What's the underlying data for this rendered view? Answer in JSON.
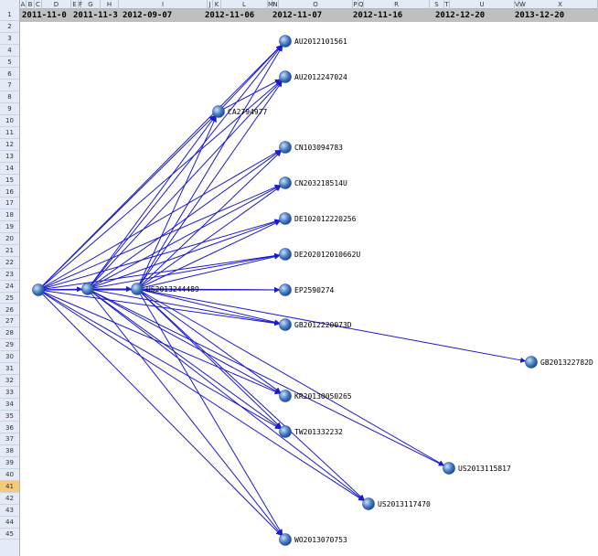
{
  "columns": [
    "A",
    "B",
    "C",
    "D",
    "E",
    "F",
    "G",
    "H",
    "I",
    "J",
    "K",
    "L",
    "M",
    "N",
    "O",
    "P",
    "Q",
    "R",
    "S",
    "T",
    "U",
    "V",
    "W",
    "X"
  ],
  "dates": [
    "2011-11-0",
    "2011-11-3",
    "2012-09-07",
    "2012-11-06",
    "2012-11-07",
    "2012-11-16",
    "2012-12-20",
    "2013-12-20"
  ],
  "rows": [
    "1",
    "2",
    "3",
    "4",
    "5",
    "6",
    "7",
    "8",
    "9",
    "10",
    "11",
    "12",
    "13",
    "14",
    "15",
    "16",
    "17",
    "18",
    "19",
    "20",
    "21",
    "22",
    "23",
    "24",
    "25",
    "26",
    "27",
    "28",
    "29",
    "30",
    "31",
    "32",
    "33",
    "34",
    "35",
    "36",
    "37",
    "38",
    "39",
    "40",
    "41",
    "42",
    "43",
    "44",
    "45"
  ],
  "selected_row": "41",
  "colors": {
    "edge": "#1a1ad0",
    "node": "#4a7fc8"
  },
  "nodes": [
    {
      "id": "n0",
      "label": ""
    },
    {
      "id": "n1",
      "label": ""
    },
    {
      "id": "n2",
      "label": "US2013244489"
    },
    {
      "id": "ca",
      "label": "CA2794977"
    },
    {
      "id": "au1",
      "label": "AU2012101561"
    },
    {
      "id": "au2",
      "label": "AU2012247024"
    },
    {
      "id": "cn1",
      "label": "CN103094783"
    },
    {
      "id": "cn2",
      "label": "CN203218514U"
    },
    {
      "id": "de1",
      "label": "DE102012220256"
    },
    {
      "id": "de2",
      "label": "DE202012010662U"
    },
    {
      "id": "ep",
      "label": "EP2590274"
    },
    {
      "id": "gb1",
      "label": "GB2012220073D"
    },
    {
      "id": "gb2",
      "label": "GB201322782D"
    },
    {
      "id": "kr",
      "label": "KR20130050265"
    },
    {
      "id": "tw",
      "label": "TW201332232"
    },
    {
      "id": "us1",
      "label": "US2013115817"
    },
    {
      "id": "us2",
      "label": "US2013117470"
    },
    {
      "id": "wo",
      "label": "WO2013070753"
    }
  ],
  "edges": [
    [
      "n0",
      "au1"
    ],
    [
      "n0",
      "au2"
    ],
    [
      "n0",
      "ca"
    ],
    [
      "n0",
      "cn1"
    ],
    [
      "n0",
      "cn2"
    ],
    [
      "n0",
      "de1"
    ],
    [
      "n0",
      "de2"
    ],
    [
      "n0",
      "ep"
    ],
    [
      "n0",
      "gb1"
    ],
    [
      "n0",
      "kr"
    ],
    [
      "n0",
      "tw"
    ],
    [
      "n0",
      "us2"
    ],
    [
      "n0",
      "wo"
    ],
    [
      "n0",
      "n1"
    ],
    [
      "n0",
      "n2"
    ],
    [
      "n1",
      "au1"
    ],
    [
      "n1",
      "au2"
    ],
    [
      "n1",
      "ca"
    ],
    [
      "n1",
      "cn1"
    ],
    [
      "n1",
      "cn2"
    ],
    [
      "n1",
      "de1"
    ],
    [
      "n1",
      "de2"
    ],
    [
      "n1",
      "ep"
    ],
    [
      "n1",
      "gb1"
    ],
    [
      "n1",
      "kr"
    ],
    [
      "n1",
      "tw"
    ],
    [
      "n1",
      "us1"
    ],
    [
      "n1",
      "us2"
    ],
    [
      "n1",
      "wo"
    ],
    [
      "n1",
      "n2"
    ],
    [
      "n2",
      "au1"
    ],
    [
      "n2",
      "au2"
    ],
    [
      "n2",
      "ca"
    ],
    [
      "n2",
      "cn1"
    ],
    [
      "n2",
      "cn2"
    ],
    [
      "n2",
      "de1"
    ],
    [
      "n2",
      "de2"
    ],
    [
      "n2",
      "ep"
    ],
    [
      "n2",
      "gb1"
    ],
    [
      "n2",
      "gb2"
    ],
    [
      "n2",
      "kr"
    ],
    [
      "n2",
      "tw"
    ],
    [
      "n2",
      "us1"
    ],
    [
      "n2",
      "us2"
    ],
    [
      "n2",
      "wo"
    ],
    [
      "ca",
      "au1"
    ],
    [
      "ca",
      "au2"
    ]
  ]
}
